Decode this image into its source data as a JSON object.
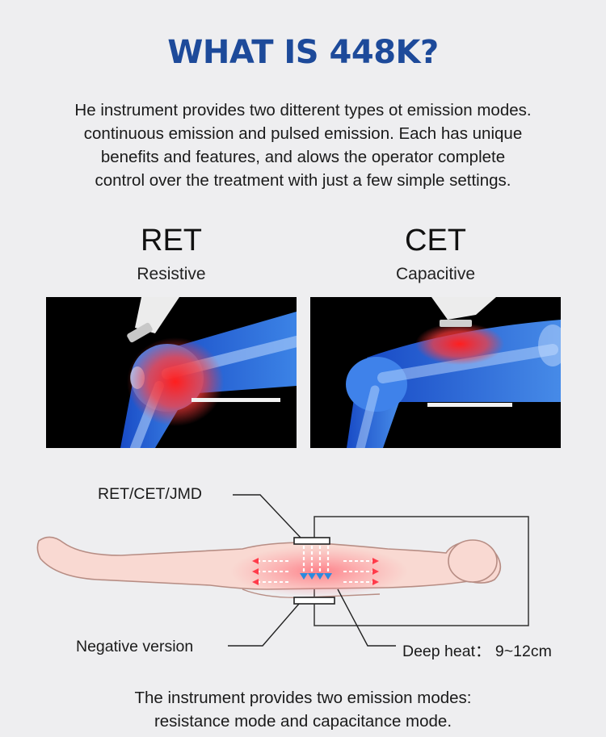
{
  "header": {
    "title": "WHAT IS 448K?"
  },
  "intro": {
    "lines": [
      "He instrument provides two ditterent types ot emission modes.",
      "continuous emission and pulsed emission. Each has unique",
      "benefits and features, and alows the operator complete",
      "control over the treatment with just a few simple settings."
    ]
  },
  "modes": [
    {
      "abbr": "RET",
      "name": "Resistive"
    },
    {
      "abbr": "CET",
      "name": "Capacitive"
    }
  ],
  "diagram": {
    "electrode_label": "RET/CET/JMD",
    "negative_label": "Negative version",
    "deep_heat_label": "Deep heat： 9~12cm"
  },
  "outro": {
    "lines": [
      "The instrument provides two emission modes:",
      "resistance mode and capacitance mode."
    ]
  },
  "colors": {
    "title": "#1d4a9a",
    "background": "#eeeef0",
    "leg_blue": "#2f6de0",
    "heat_red": "#ff2a2a",
    "arrow_blue": "#2a8ae0"
  }
}
